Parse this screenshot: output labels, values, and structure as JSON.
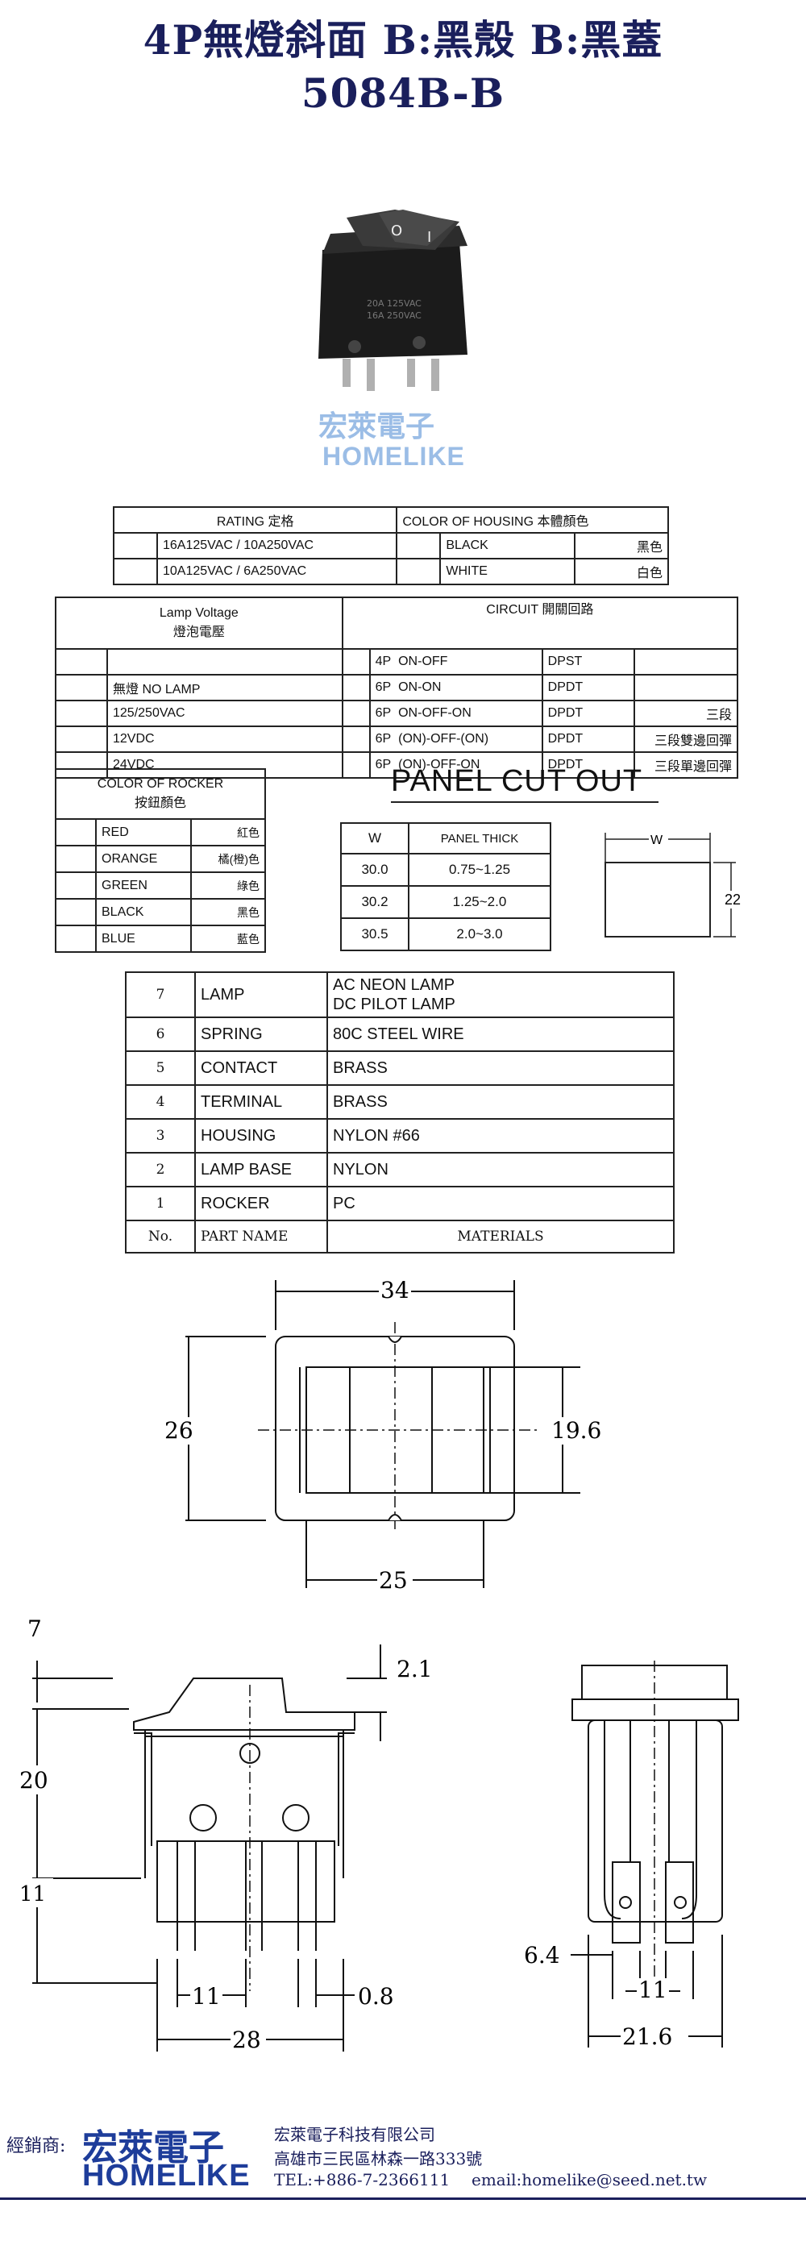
{
  "header": {
    "title_line1": "4P無燈斜面 B:黑殼 B:黑蓋",
    "title_line2": "5084B-B"
  },
  "product_photo": {
    "switch_text_line1": "20A 125VAC",
    "switch_text_line2": "16A 250VAC",
    "rocker_symbols": [
      "O",
      "I"
    ]
  },
  "watermark": {
    "cn": "宏萊電子",
    "en": "HOMELIKE"
  },
  "rating_table": {
    "rating_header": "RATING 定格",
    "housing_header": "COLOR OF HOUSING  本體顏色",
    "rows": [
      {
        "rating": "16A125VAC / 10A250VAC",
        "color_en": "BLACK",
        "color_cn": "黑色"
      },
      {
        "rating": "10A125VAC / 6A250VAC",
        "color_en": "WHITE",
        "color_cn": "白色"
      }
    ]
  },
  "voltage_circuit_table": {
    "lamp_header_en": "Lamp Voltage",
    "lamp_header_cn": "燈泡電壓",
    "circuit_header": "CIRCUIT 開關回路",
    "voltages": [
      "無燈 NO LAMP",
      "125/250VAC",
      "12VDC",
      "24VDC"
    ],
    "circuits": [
      {
        "poles": "4P",
        "action": "ON-OFF",
        "type": "DPST",
        "note": ""
      },
      {
        "poles": "6P",
        "action": "ON-ON",
        "type": "DPDT",
        "note": ""
      },
      {
        "poles": "6P",
        "action": "ON-OFF-ON",
        "type": "DPDT",
        "note": "三段"
      },
      {
        "poles": "6P",
        "action": "(ON)-OFF-(ON)",
        "type": "DPDT",
        "note": "三段雙邊回彈"
      },
      {
        "poles": "6P",
        "action": "(ON)-OFF-ON",
        "type": "DPDT",
        "note": "三段單邊回彈"
      }
    ]
  },
  "rocker_table": {
    "header_en": "COLOR OF ROCKER",
    "header_cn": "按鈕顏色",
    "rows": [
      {
        "en": "RED",
        "cn": "紅色"
      },
      {
        "en": "ORANGE",
        "cn": "橘(橙)色"
      },
      {
        "en": "GREEN",
        "cn": "綠色"
      },
      {
        "en": "BLACK",
        "cn": "黑色"
      },
      {
        "en": "BLUE",
        "cn": "藍色"
      }
    ]
  },
  "panel_cutout": {
    "title": "PANEL CUT OUT",
    "col_w": "W",
    "col_thick": "PANEL THICK",
    "rows": [
      {
        "w": "30.0",
        "thick": "0.75~1.25"
      },
      {
        "w": "30.2",
        "thick": "1.25~2.0"
      },
      {
        "w": "30.5",
        "thick": "2.0~3.0"
      }
    ],
    "diagram_w": "W",
    "diagram_h": "22"
  },
  "parts_table": {
    "rows": [
      {
        "no": "7",
        "name": "LAMP",
        "material_line1": "AC  NEON LAMP",
        "material_line2": "DC  PILOT LAMP"
      },
      {
        "no": "6",
        "name": "SPRING",
        "material_line1": "80C STEEL WIRE",
        "material_line2": ""
      },
      {
        "no": "5",
        "name": "CONTACT",
        "material_line1": "BRASS",
        "material_line2": ""
      },
      {
        "no": "4",
        "name": "TERMINAL",
        "material_line1": "BRASS",
        "material_line2": ""
      },
      {
        "no": "3",
        "name": "HOUSING",
        "material_line1": "NYLON #66",
        "material_line2": ""
      },
      {
        "no": "2",
        "name": "LAMP BASE",
        "material_line1": "NYLON",
        "material_line2": ""
      },
      {
        "no": "1",
        "name": "ROCKER",
        "material_line1": "PC",
        "material_line2": ""
      }
    ],
    "footer": {
      "no": "No.",
      "name": "PART NAME",
      "materials": "MATERIALS"
    }
  },
  "top_view_dims": {
    "width": "34",
    "height": "26",
    "inner_height": "19.6",
    "inner_width": "25"
  },
  "side_view_dims": {
    "top": "7",
    "rocker_offset": "2.1",
    "body": "20",
    "terminal": "11",
    "pin_spacing": "11",
    "pin_thickness": "0.8",
    "width": "28"
  },
  "end_view_dims": {
    "pin_offset": "6.4",
    "pin_spacing": "11",
    "width": "21.6"
  },
  "footer": {
    "distributor_label": "經銷商:",
    "logo_cn": "宏萊電子",
    "logo_en": "HOMELIKE",
    "company": "宏萊電子科技有限公司",
    "address": "高雄市三民區林森一路333號",
    "tel": "TEL:+886-7-2366111",
    "email": "email:homelike@seed.net.tw"
  }
}
